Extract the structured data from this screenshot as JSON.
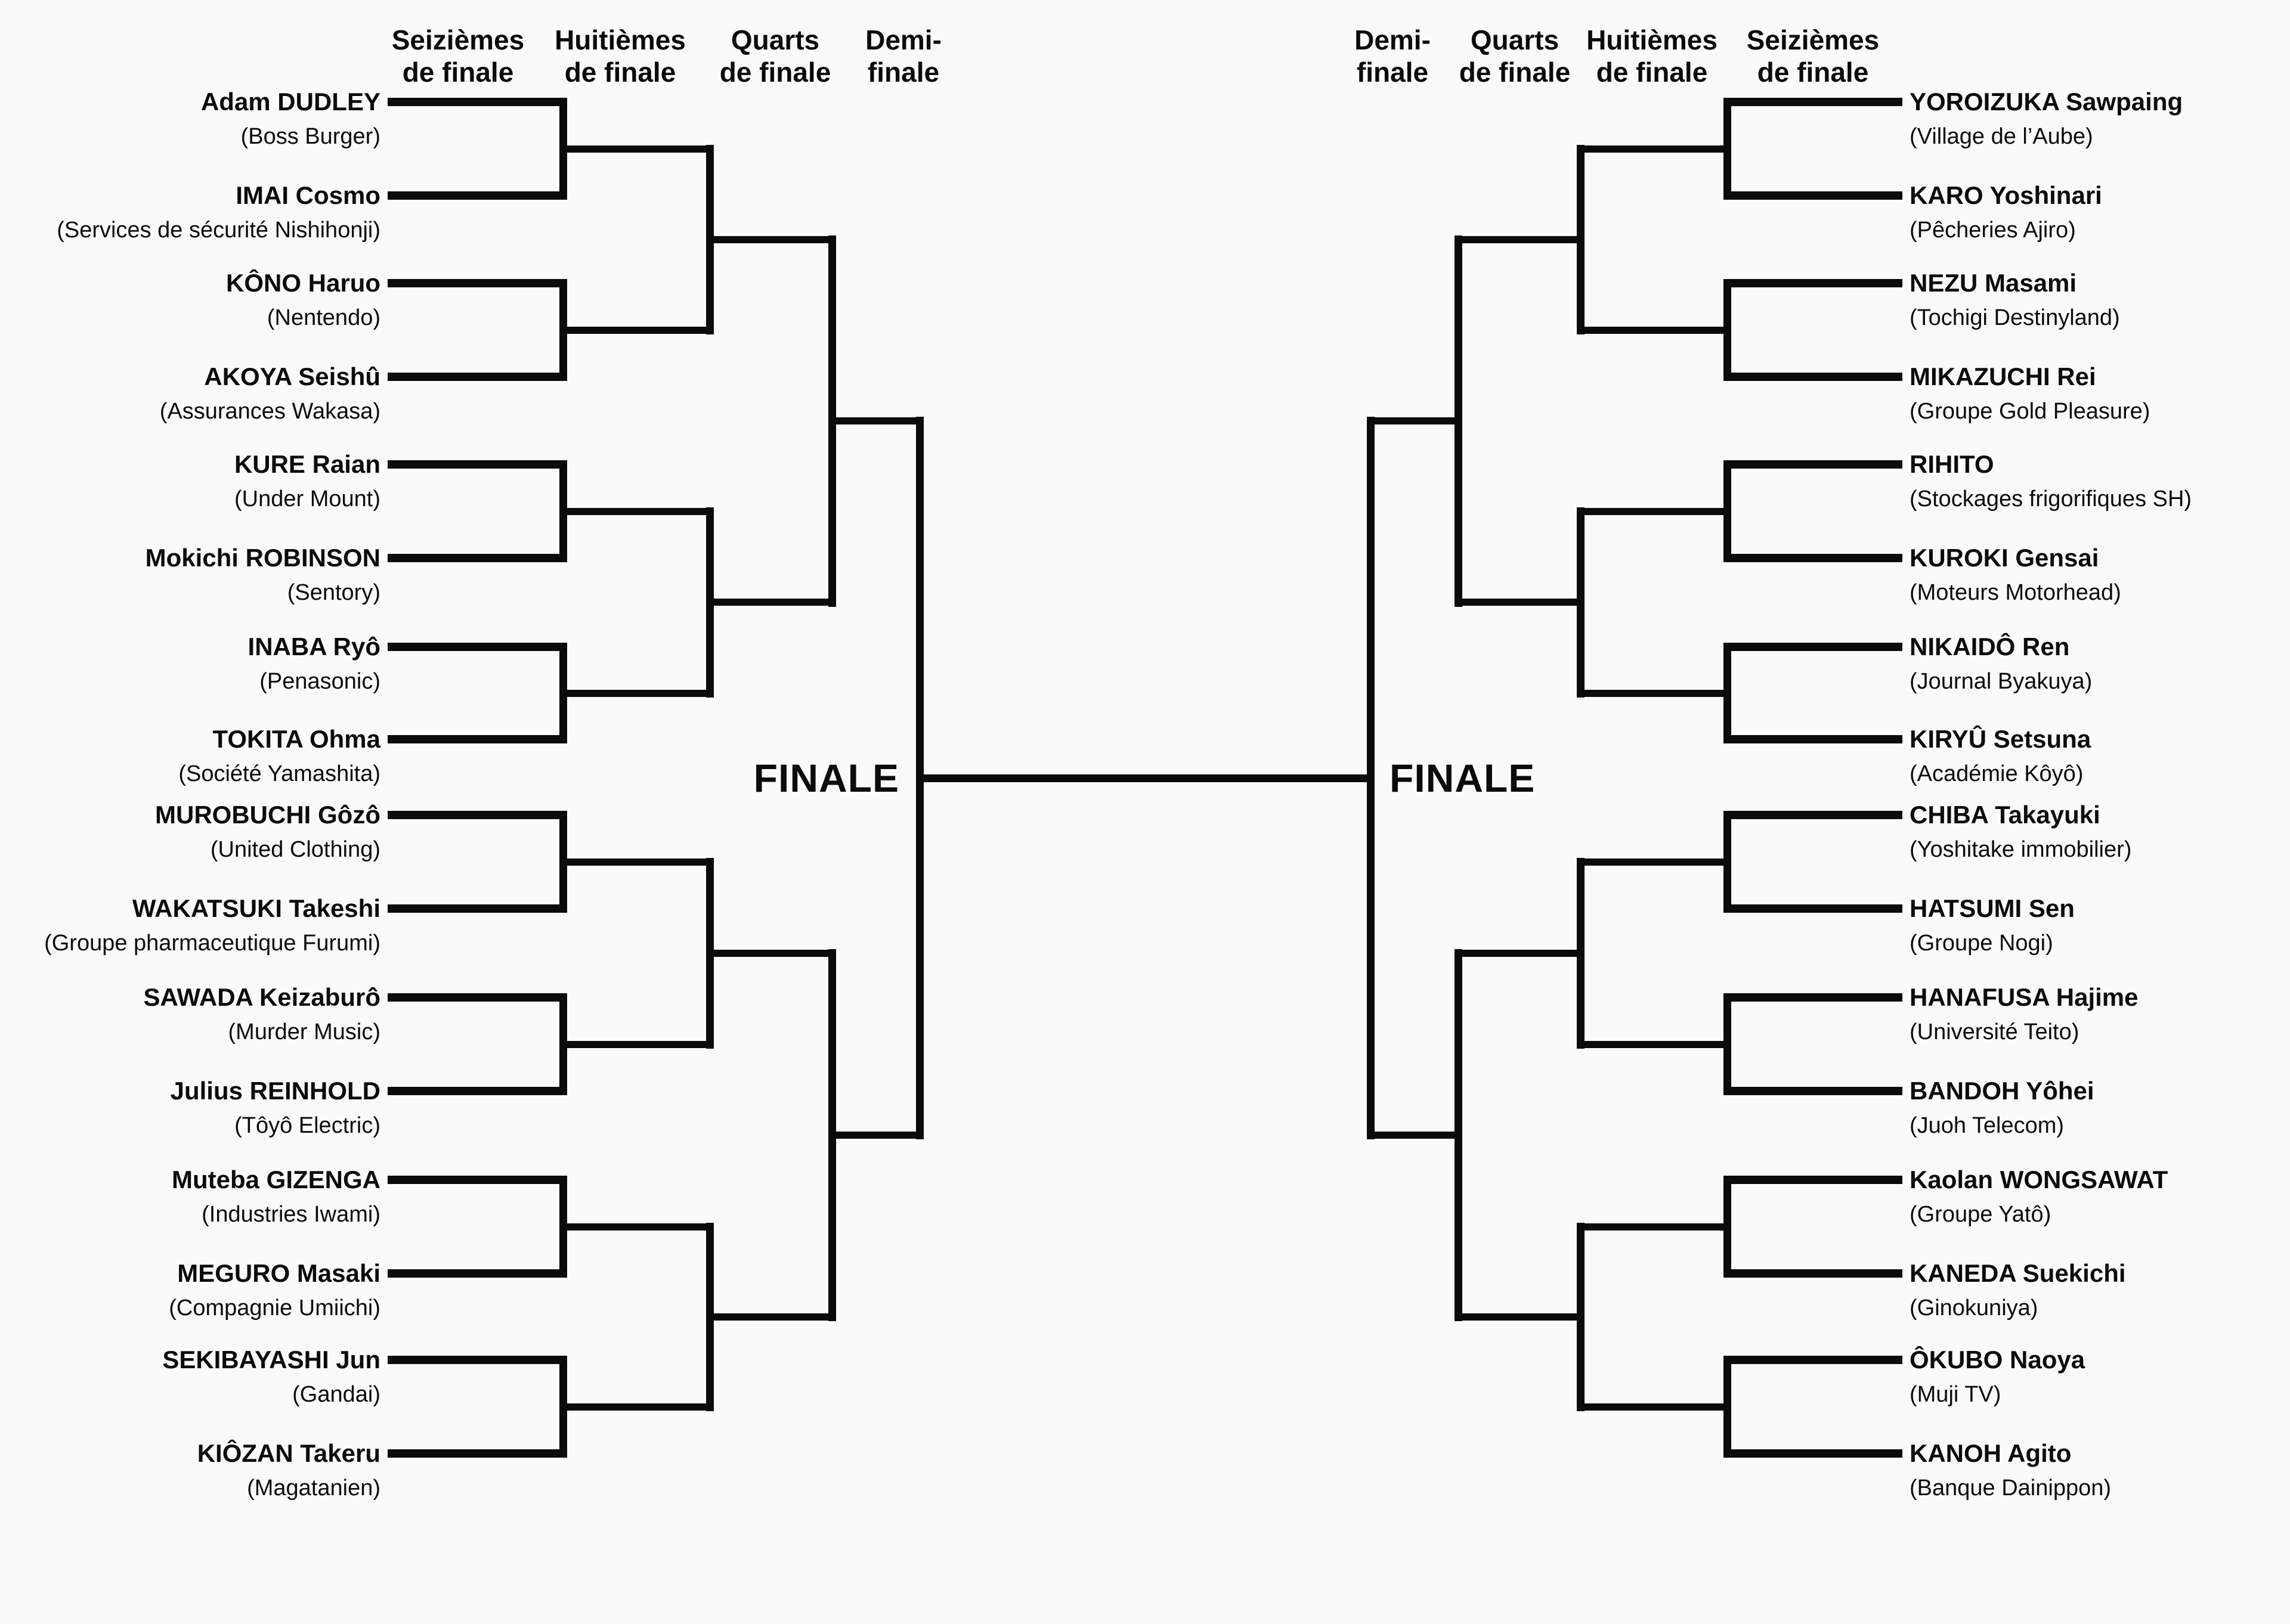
{
  "bracket": {
    "headers_left": [
      {
        "line1": "Seizièmes",
        "line2": "de finale"
      },
      {
        "line1": "Huitièmes",
        "line2": "de finale"
      },
      {
        "line1": "Quarts",
        "line2": "de finale"
      },
      {
        "line1": "Demi-",
        "line2": "finale"
      }
    ],
    "headers_right": [
      {
        "line1": "Demi-",
        "line2": "finale"
      },
      {
        "line1": "Quarts",
        "line2": "de finale"
      },
      {
        "line1": "Huitièmes",
        "line2": "de finale"
      },
      {
        "line1": "Seizièmes",
        "line2": "de finale"
      }
    ],
    "final_label_left": "FINALE",
    "final_label_right": "FINALE",
    "left": [
      {
        "name": "Adam DUDLEY",
        "org": "(Boss Burger)"
      },
      {
        "name": "IMAI Cosmo",
        "org": "(Services de sécurité Nishihonji)"
      },
      {
        "name": "KÔNO Haruo",
        "org": "(Nentendo)"
      },
      {
        "name": "AKOYA Seishû",
        "org": "(Assurances Wakasa)"
      },
      {
        "name": "KURE Raian",
        "org": "(Under Mount)"
      },
      {
        "name": "Mokichi ROBINSON",
        "org": "(Sentory)"
      },
      {
        "name": "INABA Ryô",
        "org": "(Penasonic)"
      },
      {
        "name": "TOKITA Ohma",
        "org": "(Société Yamashita)"
      },
      {
        "name": "MUROBUCHI Gôzô",
        "org": "(United Clothing)"
      },
      {
        "name": "WAKATSUKI Takeshi",
        "org": "(Groupe pharmaceutique Furumi)"
      },
      {
        "name": "SAWADA Keizaburô",
        "org": "(Murder Music)"
      },
      {
        "name": "Julius REINHOLD",
        "org": "(Tôyô Electric)"
      },
      {
        "name": "Muteba GIZENGA",
        "org": "(Industries Iwami)"
      },
      {
        "name": "MEGURO Masaki",
        "org": "(Compagnie Umiichi)"
      },
      {
        "name": "SEKIBAYASHI Jun",
        "org": "(Gandai)"
      },
      {
        "name": "KIÔZAN Takeru",
        "org": "(Magatanien)"
      }
    ],
    "right": [
      {
        "name": "YOROIZUKA Sawpaing",
        "org": "(Village de l’Aube)"
      },
      {
        "name": "KARO Yoshinari",
        "org": "(Pêcheries Ajiro)"
      },
      {
        "name": "NEZU Masami",
        "org": "(Tochigi Destinyland)"
      },
      {
        "name": "MIKAZUCHI Rei",
        "org": "(Groupe Gold Pleasure)"
      },
      {
        "name": "RIHITO",
        "org": "(Stockages frigorifiques SH)"
      },
      {
        "name": "KUROKI Gensai",
        "org": "(Moteurs Motorhead)"
      },
      {
        "name": "NIKAIDÔ Ren",
        "org": "(Journal Byakuya)"
      },
      {
        "name": "KIRYÛ Setsuna",
        "org": "(Académie Kôyô)"
      },
      {
        "name": "CHIBA Takayuki",
        "org": "(Yoshitake immobilier)"
      },
      {
        "name": "HATSUMI Sen",
        "org": "(Groupe Nogi)"
      },
      {
        "name": "HANAFUSA Hajime",
        "org": "(Université Teito)"
      },
      {
        "name": "BANDOH Yôhei",
        "org": "(Juoh Telecom)"
      },
      {
        "name": "Kaolan WONGSAWAT",
        "org": "(Groupe Yatô)"
      },
      {
        "name": "KANEDA Suekichi",
        "org": "(Ginokuniya)"
      },
      {
        "name": "ÔKUBO Naoya",
        "org": "(Muji TV)"
      },
      {
        "name": "KANOH Agito",
        "org": "(Banque Dainippon)"
      }
    ]
  }
}
